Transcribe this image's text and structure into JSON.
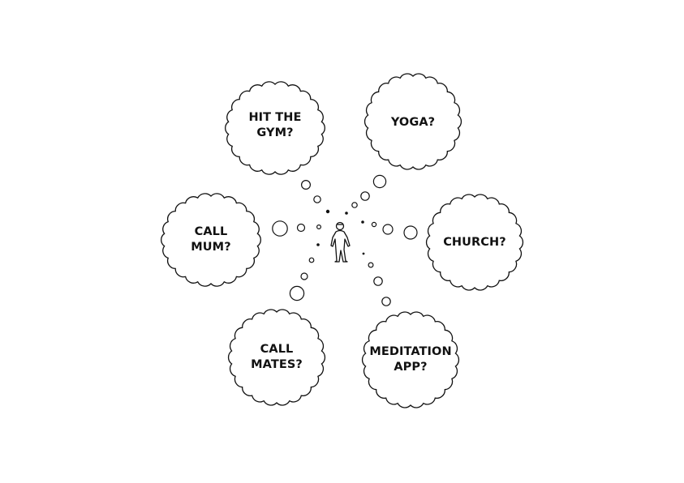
{
  "thoughts": [
    {
      "id": "gym",
      "lines": [
        "HIT THE",
        "GYM?"
      ]
    },
    {
      "id": "yoga",
      "lines": [
        "YOGA?"
      ]
    },
    {
      "id": "mum",
      "lines": [
        "CALL",
        "MUM?"
      ]
    },
    {
      "id": "church",
      "lines": [
        "CHURCH?"
      ]
    },
    {
      "id": "mates",
      "lines": [
        "CALL",
        "MATES?"
      ]
    },
    {
      "id": "meditation",
      "lines": [
        "MEDITATION",
        "APP?"
      ]
    }
  ],
  "icons": {
    "person": "person-figure-icon",
    "cloud": "thought-cloud-icon",
    "bubble": "thought-bubble-icon"
  },
  "colors": {
    "stroke": "#111111",
    "background": "#ffffff"
  }
}
